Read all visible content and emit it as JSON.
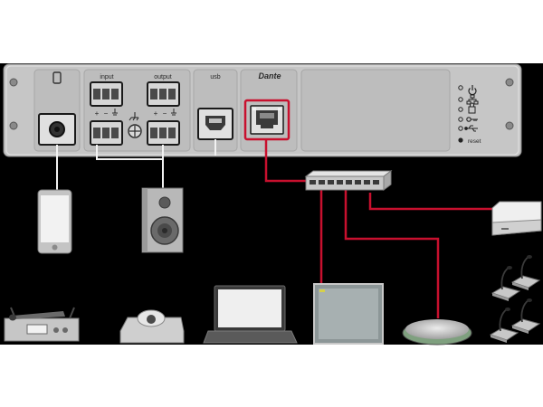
{
  "panel": {
    "input_label": "input",
    "output_label": "output",
    "usb_label": "usb",
    "brand_label": "Dante",
    "reset_label": "reset",
    "plus_sign": "+",
    "minus_sign": "−"
  },
  "colors": {
    "background": "#000000",
    "panel": "#c8c8c8",
    "cable_red": "#c8102e",
    "cable_black": "#1e1e1e",
    "wire_white": "#f2f2f2",
    "device_grey": "#8f8f8f"
  },
  "devices": [
    "smartphone-icon",
    "loudspeaker-icon",
    "network-switch-icon",
    "media-box-icon",
    "wireless-microphone-receiver-icon",
    "camera-icon",
    "laptop-icon",
    "ceiling-speaker-panel-icon",
    "speakerphone-icon",
    "gooseneck-microphone-icon"
  ]
}
